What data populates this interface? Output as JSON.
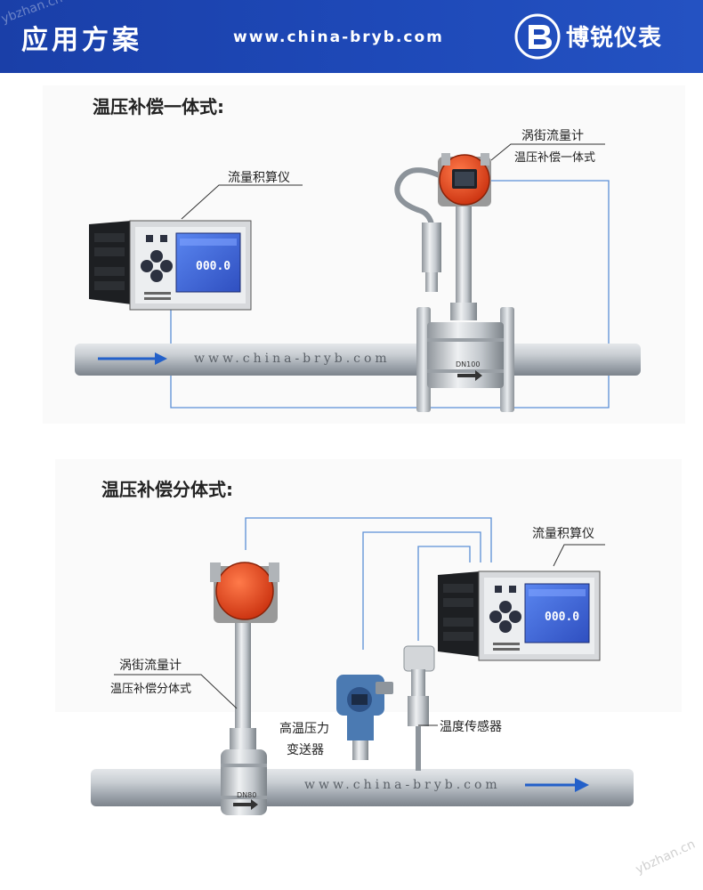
{
  "header": {
    "title": "应用方案",
    "url": "www.china-bryb.com",
    "brand": "博锐仪表",
    "watermark": "ybzhan.cn",
    "colors": {
      "bar": "#1e49b8",
      "text": "#ffffff"
    }
  },
  "section1": {
    "title": "温压补偿一体式:",
    "totalizer_label": "流量积算仪",
    "meter_label_line1": "涡街流量计",
    "meter_label_line2": "温压补偿一体式",
    "pipe_watermark": "www.china-bryb.com",
    "flange_label": "DN100",
    "display_reading": "000.0"
  },
  "section2": {
    "title": "温压补偿分体式:",
    "totalizer_label": "流量积算仪",
    "meter_label_line1": "涡街流量计",
    "meter_label_line2": "温压补偿分体式",
    "pressure_label_line1": "高温压力",
    "pressure_label_line2": "变送器",
    "temp_label": "温度传感器",
    "pipe_watermark": "www.china-bryb.com",
    "flange_label": "DN80",
    "display_reading": "000.0"
  },
  "colors": {
    "pipe": "#b9bfc6",
    "wire": "#5b8fd6",
    "meter_head": "#e8401c",
    "arrow": "#2360c9",
    "display_screen": "#3d63d8"
  }
}
